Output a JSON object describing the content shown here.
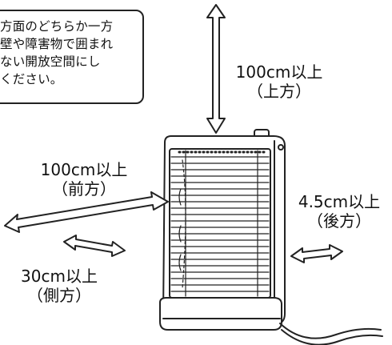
{
  "note": {
    "lines": [
      "方面のどちらか一方",
      "壁や障害物で囲まれ",
      "ない開放空間にし",
      "ください。"
    ]
  },
  "labels": {
    "top": {
      "line1": "100cm以上",
      "line2": "（上方）"
    },
    "front": {
      "line1": "100cm以上",
      "line2": "（前方）"
    },
    "back": {
      "line1": "4.5cm以上",
      "line2": "（後方）"
    },
    "side": {
      "line1": "30cm以上",
      "line2": "（側方）"
    }
  },
  "colors": {
    "line": "#222222",
    "background": "#ffffff"
  }
}
